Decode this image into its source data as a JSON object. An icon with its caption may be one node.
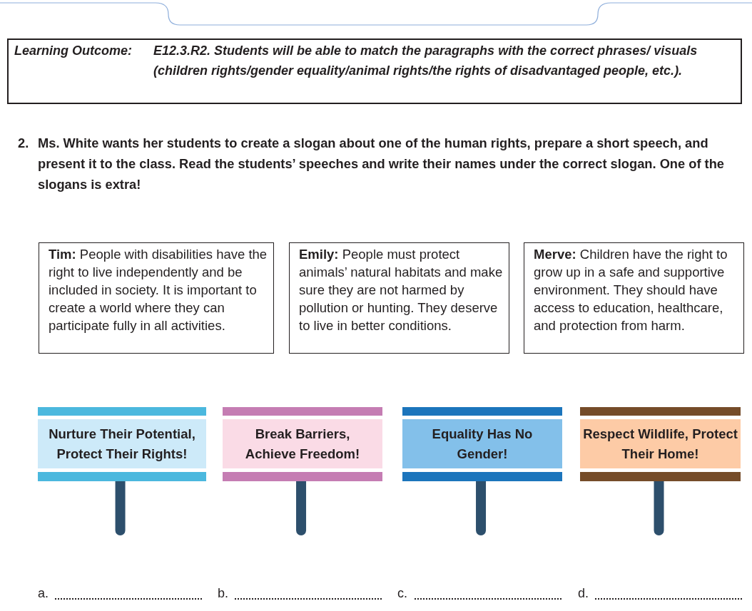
{
  "diagram": {
    "nodes": [
      {
        "text": [
          "Learning Outcome:",
          "E12.3.R2. Students will be able to match the paragraphs with the correct phrases/ visuals (children rights/gender equality/animal rights/the rights of disadvantaged people, etc.)."
        ]
      },
      {
        "text": [
          "**Tim:** People with disabilities have the right to live independently and be included in society. It is important to create a world where they can participate fully in all activities."
        ]
      },
      {
        "text": [
          "**Emily:** People must protect animals’ natural habitats and make sure they are not harmed by pollution or hunting. They deserve to live in better conditions."
        ]
      },
      {
        "text": [
          "**Merve:** Children have the right to grow up in a safe and supportive environment. They should have access to education, healthcare, and protection from harm."
        ]
      },
      {
        "text": [
          "Nurture Their Potential, Protect Their Rights!"
        ]
      },
      {
        "text": [
          "Break Barriers, Achieve Freedom!"
        ]
      },
      {
        "text": [
          "Equality Has No Gender!"
        ]
      },
      {
        "text": [
          "Respect Wildlife, Protect Their Home!"
        ]
      }
    ],
    "labels": [
      "2.",
      "Ms. White wants her students to create a slogan about one of the human rights, prepare a short speech, and present it to the class. Read the students’ speeches and write their names under the correct slogan. One of the slogans is extra!",
      "a.",
      "b.",
      "c.",
      "d."
    ]
  }
}
